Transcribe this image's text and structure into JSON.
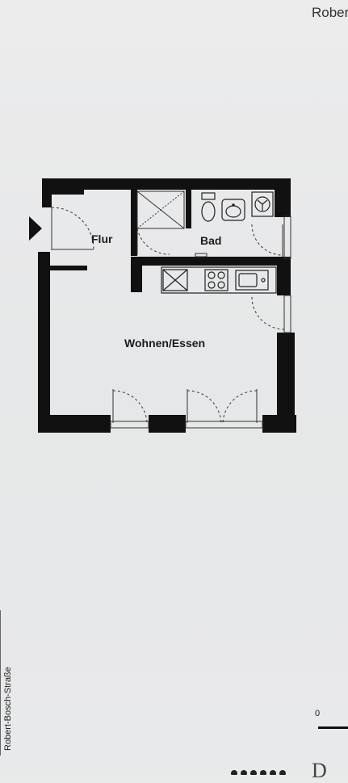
{
  "header": {
    "top_right_text": "Robert"
  },
  "rooms": {
    "flur": "Flur",
    "bad": "Bad",
    "wohnen": "Wohnen/Essen"
  },
  "street": {
    "name": "Robert-Bosch-Straße"
  },
  "scale": {
    "zero_label": "0"
  },
  "footer": {
    "partial_text": "D"
  }
}
